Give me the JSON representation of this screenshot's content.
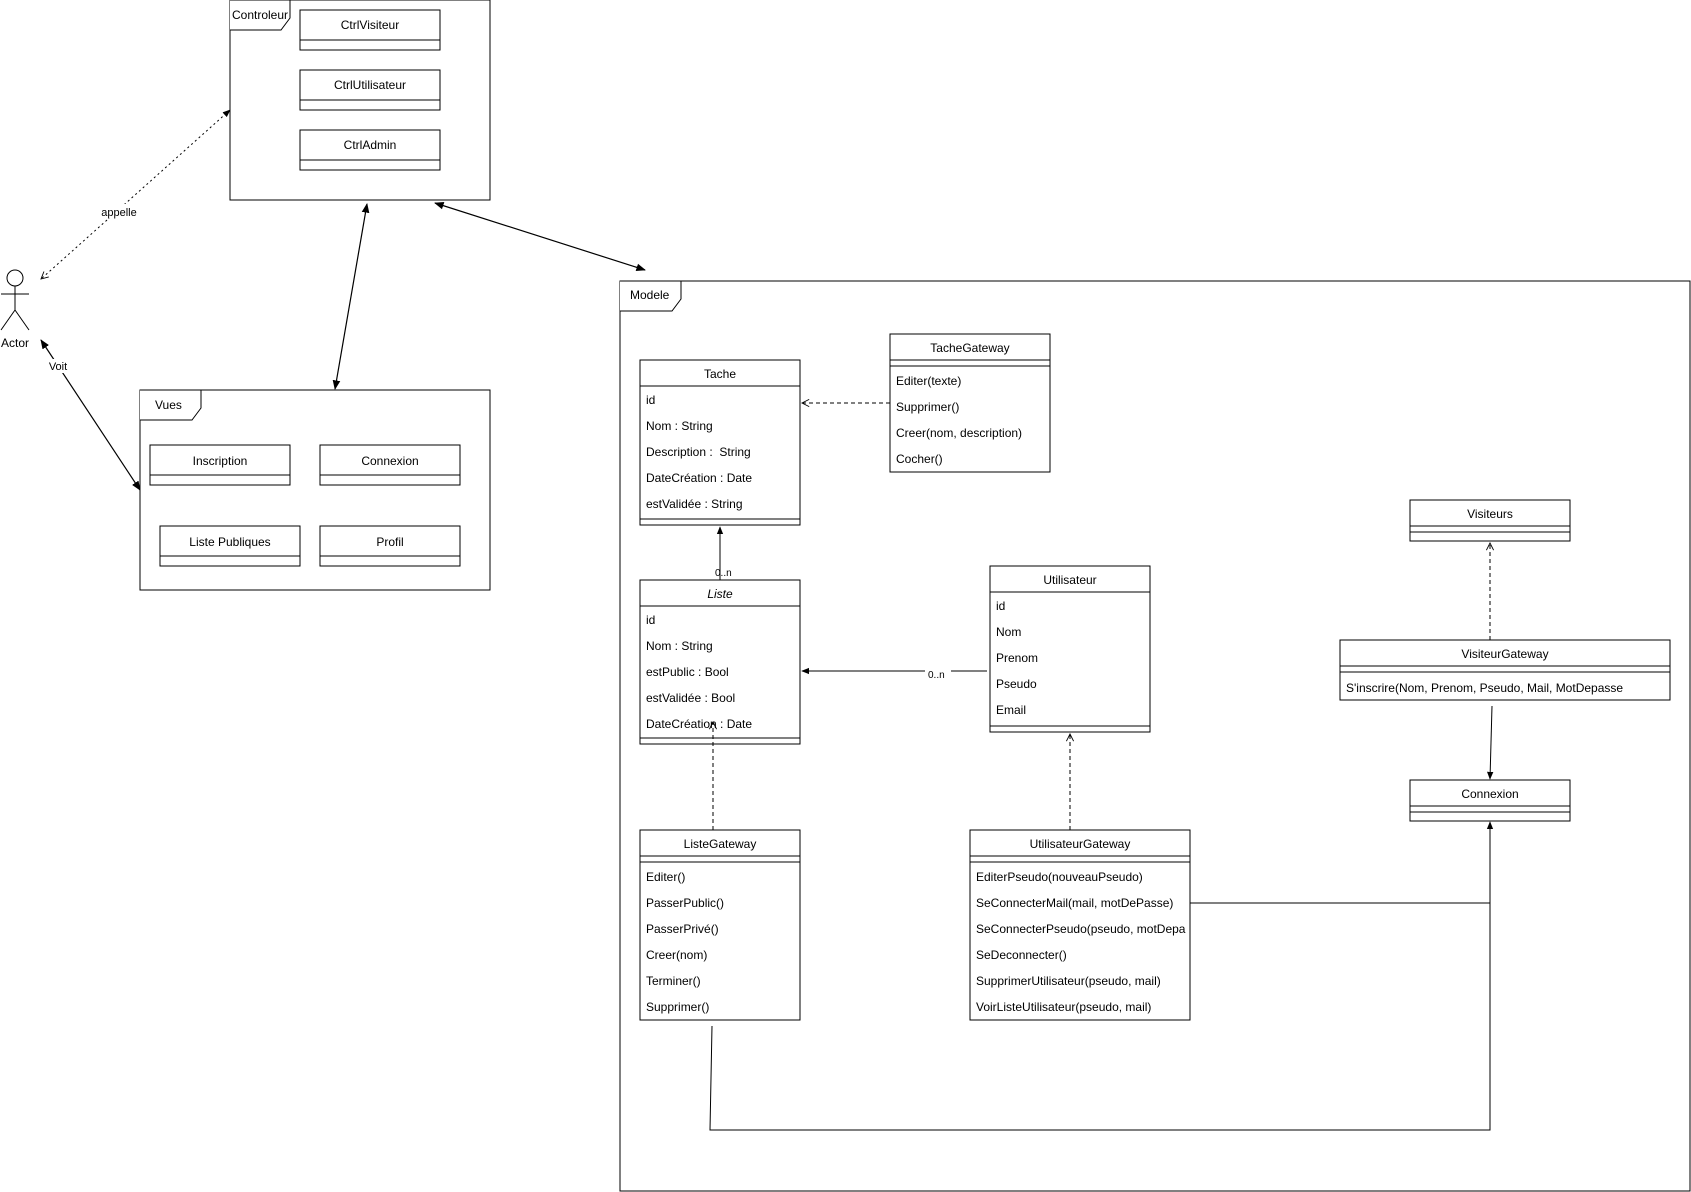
{
  "actor": {
    "label": "Actor"
  },
  "edges": {
    "appelle": "appelle",
    "voit": "Voit",
    "mult_tache_liste": "0..n",
    "mult_utilisateur_liste": "0..n"
  },
  "controleur": {
    "title": "Controleur",
    "items": [
      "CtrlVisiteur",
      "CtrlUtilisateur",
      "CtrlAdmin"
    ]
  },
  "vues": {
    "title": "Vues",
    "items": [
      "Inscription",
      "Connexion",
      "Liste Publiques",
      "Profil"
    ]
  },
  "modele": {
    "title": "Modele",
    "tache": {
      "name": "Tache",
      "attributes": [
        "id",
        "Nom : String",
        "Description :  String",
        "DateCréation : Date",
        "estValidée : String"
      ]
    },
    "tache_gateway": {
      "name": "TacheGateway",
      "methods": [
        "Editer(texte)",
        "Supprimer()",
        "Creer(nom, description)",
        "Cocher()"
      ]
    },
    "liste": {
      "name": "Liste",
      "attributes": [
        "id",
        "Nom : String",
        "estPublic : Bool",
        "estValidée : Bool",
        "DateCréation : Date"
      ]
    },
    "utilisateur": {
      "name": "Utilisateur",
      "attributes": [
        "id",
        "Nom",
        "Prenom",
        "Pseudo",
        "Email"
      ]
    },
    "visiteurs": {
      "name": "Visiteurs"
    },
    "visiteur_gateway": {
      "name": "VisiteurGateway",
      "methods": [
        "S'inscrire(Nom, Prenom, Pseudo, Mail, MotDepasse"
      ]
    },
    "connexion": {
      "name": "Connexion"
    },
    "liste_gateway": {
      "name": "ListeGateway",
      "methods": [
        "Editer()",
        "PasserPublic()",
        "PasserPrivé()",
        "Creer(nom)",
        "Terminer()",
        "Supprimer()"
      ]
    },
    "utilisateur_gateway": {
      "name": "UtilisateurGateway",
      "methods": [
        "EditerPseudo(nouveauPseudo)",
        "SeConnecterMail(mail, motDePasse)",
        "SeConnecterPseudo(pseudo, motDepa",
        "SeDeconnecter()",
        "SupprimerUtilisateur(pseudo, mail)",
        "VoirListeUtilisateur(pseudo, mail)"
      ]
    }
  }
}
